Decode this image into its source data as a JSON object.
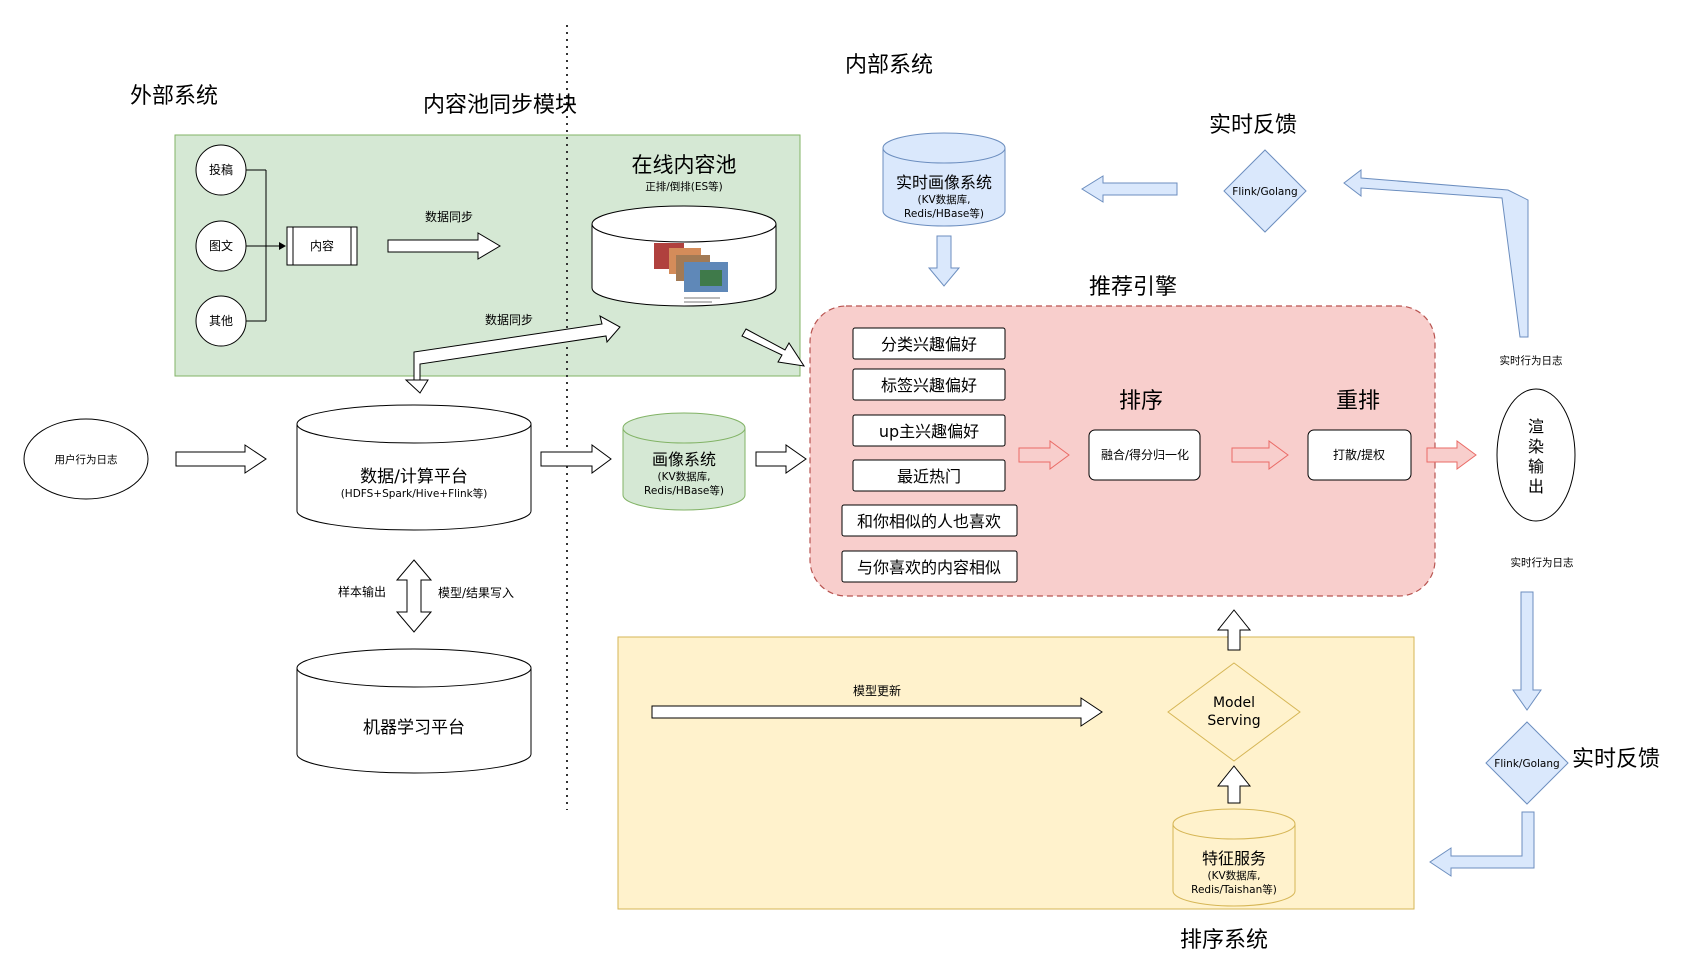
{
  "titles": {
    "external": "外部系统",
    "sync_module": "内容池同步模块",
    "internal": "内部系统",
    "online_pool": "在线内容池",
    "online_pool_sub": "正排/倒排(ES等)",
    "feedback_top": "实时反馈",
    "engine": "推荐引擎",
    "feedback_right": "实时反馈",
    "rank_system": "排序系统"
  },
  "sources": {
    "tougao": "投稿",
    "tuwen": "图文",
    "qita": "其他",
    "content": "内容"
  },
  "labels": {
    "data_sync_1": "数据同步",
    "data_sync_2": "数据同步",
    "user_log": "用户行为日志",
    "sample_out": "样本输出",
    "model_write": "模型/结果写入",
    "model_update": "模型更新",
    "rt_log_1": "实时行为日志",
    "rt_log_2": "实时行为日志"
  },
  "platforms": {
    "compute_title": "数据/计算平台",
    "compute_sub": "(HDFS+Spark/Hive+Flink等)",
    "ml": "机器学习平台",
    "profile_title": "画像系统",
    "profile_sub1": "(KV数据库,",
    "profile_sub2": "Redis/HBase等)",
    "rt_profile_title": "实时画像系统",
    "rt_profile_sub1": "(KV数据库,",
    "rt_profile_sub2": "Redis/HBase等)",
    "feature_title": "特征服务",
    "feature_sub1": "(KV数据库,",
    "feature_sub2": "Redis/Taishan等)"
  },
  "flink": {
    "top": "Flink/Golang",
    "right": "Flink/Golang"
  },
  "recall": [
    "分类兴趣偏好",
    "标签兴趣偏好",
    "up主兴趣偏好",
    "最近热门",
    "和你相似的人也喜欢",
    "与你喜欢的内容相似"
  ],
  "ranking": {
    "sort_title": "排序",
    "fuse": "融合/得分归一化",
    "rerank_title": "重排",
    "scatter": "打散/提权",
    "render": [
      "渲",
      "染",
      "输",
      "出"
    ],
    "model_serving_1": "Model",
    "model_serving_2": "Serving"
  },
  "colors": {
    "green_fill": "#d5e8d4",
    "green_stroke": "#82b366",
    "red_fill": "#f8cecc",
    "red_stroke": "#b85450",
    "yellow_fill": "#fff2cc",
    "yellow_stroke": "#d6b656",
    "blue_fill": "#dae8fc",
    "blue_stroke": "#6c8ebf"
  }
}
